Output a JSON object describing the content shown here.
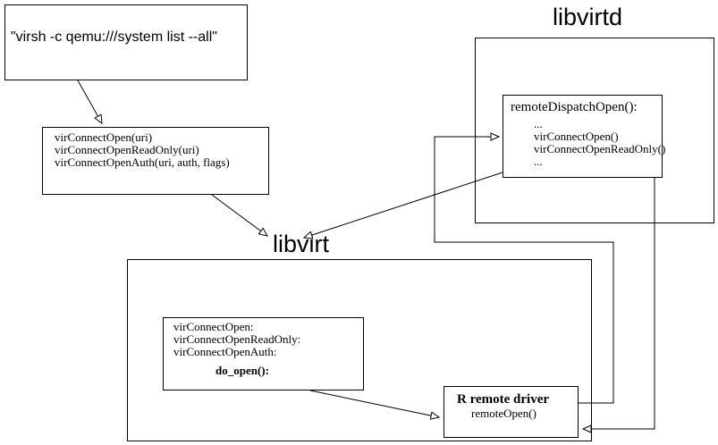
{
  "colors": {
    "background": "#ffffff",
    "line": "#000000",
    "text": "#000000"
  },
  "virsh_box": {
    "command": "\"virsh -c qemu:///system list --all\""
  },
  "api_box": {
    "lines": [
      "virConnectOpen(uri)",
      "virConnectOpenReadOnly(uri)",
      "virConnectOpenAuth(uri, auth, flags)"
    ]
  },
  "libvirtd": {
    "label": "libvirtd",
    "dispatch_box": {
      "title": "remoteDispatchOpen():",
      "body": [
        "...",
        "virConnectOpen()",
        "virConnectOpenReadOnly()",
        "..."
      ]
    }
  },
  "libvirt": {
    "label": "libvirt",
    "entry_box": {
      "lines": [
        "virConnectOpen:",
        "virConnectOpenReadOnly:",
        "virConnectOpenAuth:"
      ],
      "call": "do_open():"
    },
    "remote_driver_box": {
      "title": "R remote driver",
      "call": "remoteOpen()"
    }
  },
  "icons": {
    "arrowhead": "open-triangle-arrowhead"
  }
}
